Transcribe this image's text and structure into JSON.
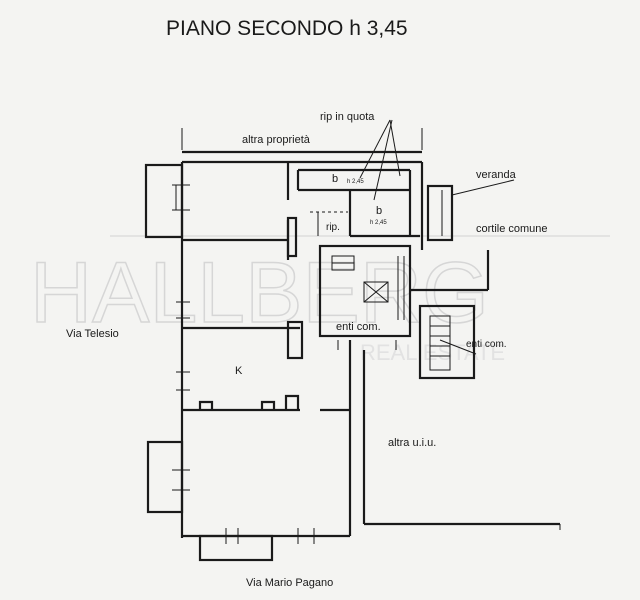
{
  "title": "PIANO SECONDO h 3,45",
  "labels": {
    "rip_in_quota": "rip in quota",
    "altra_proprieta": "altra proprietà",
    "veranda": "veranda",
    "b1": "b",
    "b1_h": "h 2,45",
    "b2": "b",
    "b2_h": "h 2,45",
    "cortile_comune": "cortile comune",
    "rip": "rip.",
    "enti_com_1": "enti com.",
    "enti_com_2": "enti com.",
    "via_telesio": "Via Telesio",
    "k": "K",
    "altra_uiu": "altra u.i.u.",
    "via_mario_pagano": "Via Mario Pagano"
  },
  "watermark": {
    "main": "HALLBERG",
    "sub": "REAL ESTATE"
  }
}
